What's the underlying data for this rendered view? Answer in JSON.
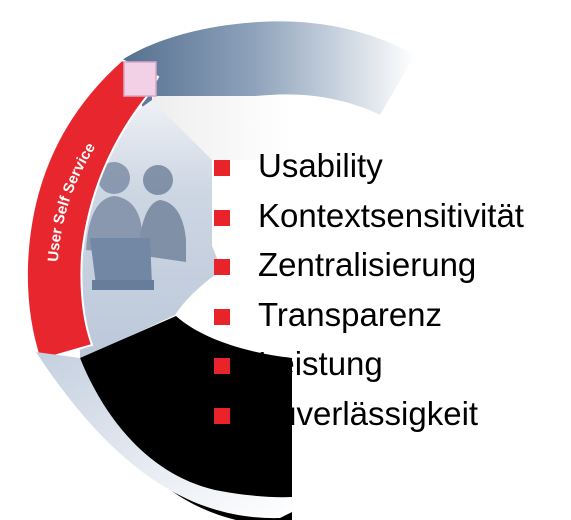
{
  "ring": {
    "label": "User Self Service",
    "colors": {
      "red_band": "#e8262d",
      "black_band": "#000000",
      "blue_band_dark": "#5a7292",
      "blue_band_light": "#dfe6ef",
      "inner_panel": "#c9d3e1",
      "square_marker": "#f2d0e6"
    }
  },
  "bullets": {
    "color": "#e8232a",
    "items": [
      {
        "label": "Usability"
      },
      {
        "label": "Kontextsensitivität"
      },
      {
        "label": "Zentralisierung"
      },
      {
        "label": "Transparenz"
      },
      {
        "label": "Leistung"
      },
      {
        "label": "Zuverlässigkeit"
      }
    ]
  },
  "images": {
    "people": "silhouette-people-icon"
  }
}
